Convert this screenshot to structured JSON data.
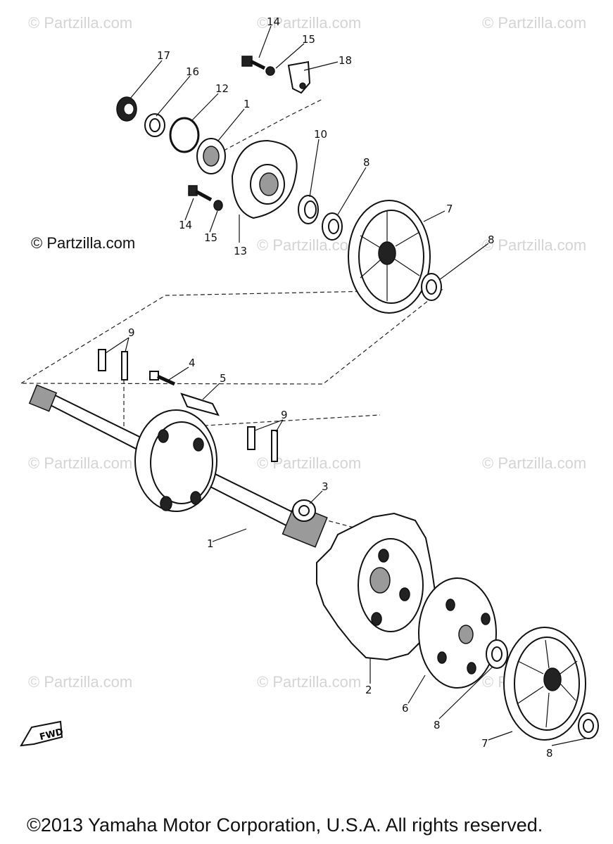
{
  "watermarks": [
    "© Partzilla.com",
    "© Partzilla.com",
    "© Partzilla.com",
    "© Partzilla.com",
    "© Partzilla.com",
    "© Partzilla.com",
    "© Partzilla.com",
    "© Partzilla.com",
    "© Partzilla.com",
    "© Partzilla.com",
    "© Partzilla.com"
  ],
  "watermark_dark": "© Partzilla.com",
  "callouts": [
    "14",
    "15",
    "18",
    "17",
    "16",
    "12",
    "1",
    "10",
    "8",
    "7",
    "14",
    "15",
    "13",
    "8",
    "9",
    "4",
    "5",
    "9",
    "3",
    "1",
    "2",
    "6",
    "8",
    "7",
    "8"
  ],
  "fwd_label": "FWD",
  "copyright": "©2013 Yamaha Motor Corporation, U.S.A. All rights reserved."
}
